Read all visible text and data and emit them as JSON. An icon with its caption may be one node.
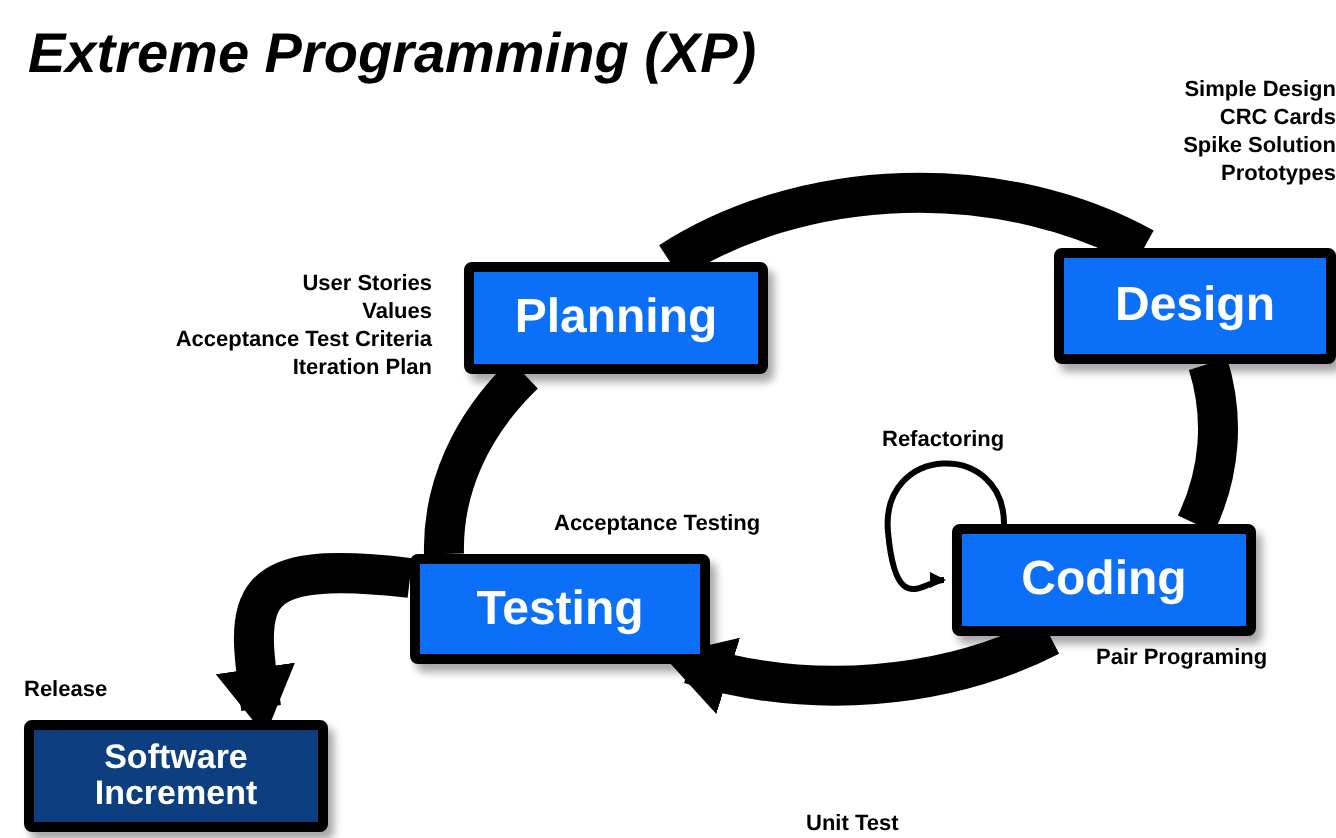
{
  "diagram": {
    "title": "Extreme Programming (XP)",
    "nodes": [
      {
        "text": [
          "Planning"
        ],
        "beside": [
          "User Stories",
          "Values",
          "Acceptance Test Criteria",
          "Iteration Plan"
        ]
      },
      {
        "text": [
          "Design"
        ],
        "beside": [
          "Simple Design",
          "CRC Cards",
          "Spike Solution",
          "Prototypes"
        ]
      },
      {
        "text": [
          "Coding"
        ],
        "beside": [
          "Pair Programing"
        ]
      },
      {
        "text": [
          "Testing"
        ],
        "beside": [
          "Acceptance Testing"
        ]
      },
      {
        "text": [
          "Software Increment"
        ],
        "beside": [
          "Release"
        ]
      }
    ],
    "edges": [
      {
        "from": 0,
        "to": 1,
        "arrow": "none"
      },
      {
        "from": 1,
        "to": 2,
        "arrow": "none"
      },
      {
        "from": 2,
        "to": 3,
        "arrow": "to"
      },
      {
        "from": 3,
        "to": 0,
        "arrow": "none"
      },
      {
        "from": 3,
        "to": 4,
        "arrow": "to"
      },
      {
        "from": 2,
        "to": 2,
        "arrow": "to",
        "label": "Refactoring"
      }
    ],
    "labels": [
      "Unit Test"
    ]
  }
}
